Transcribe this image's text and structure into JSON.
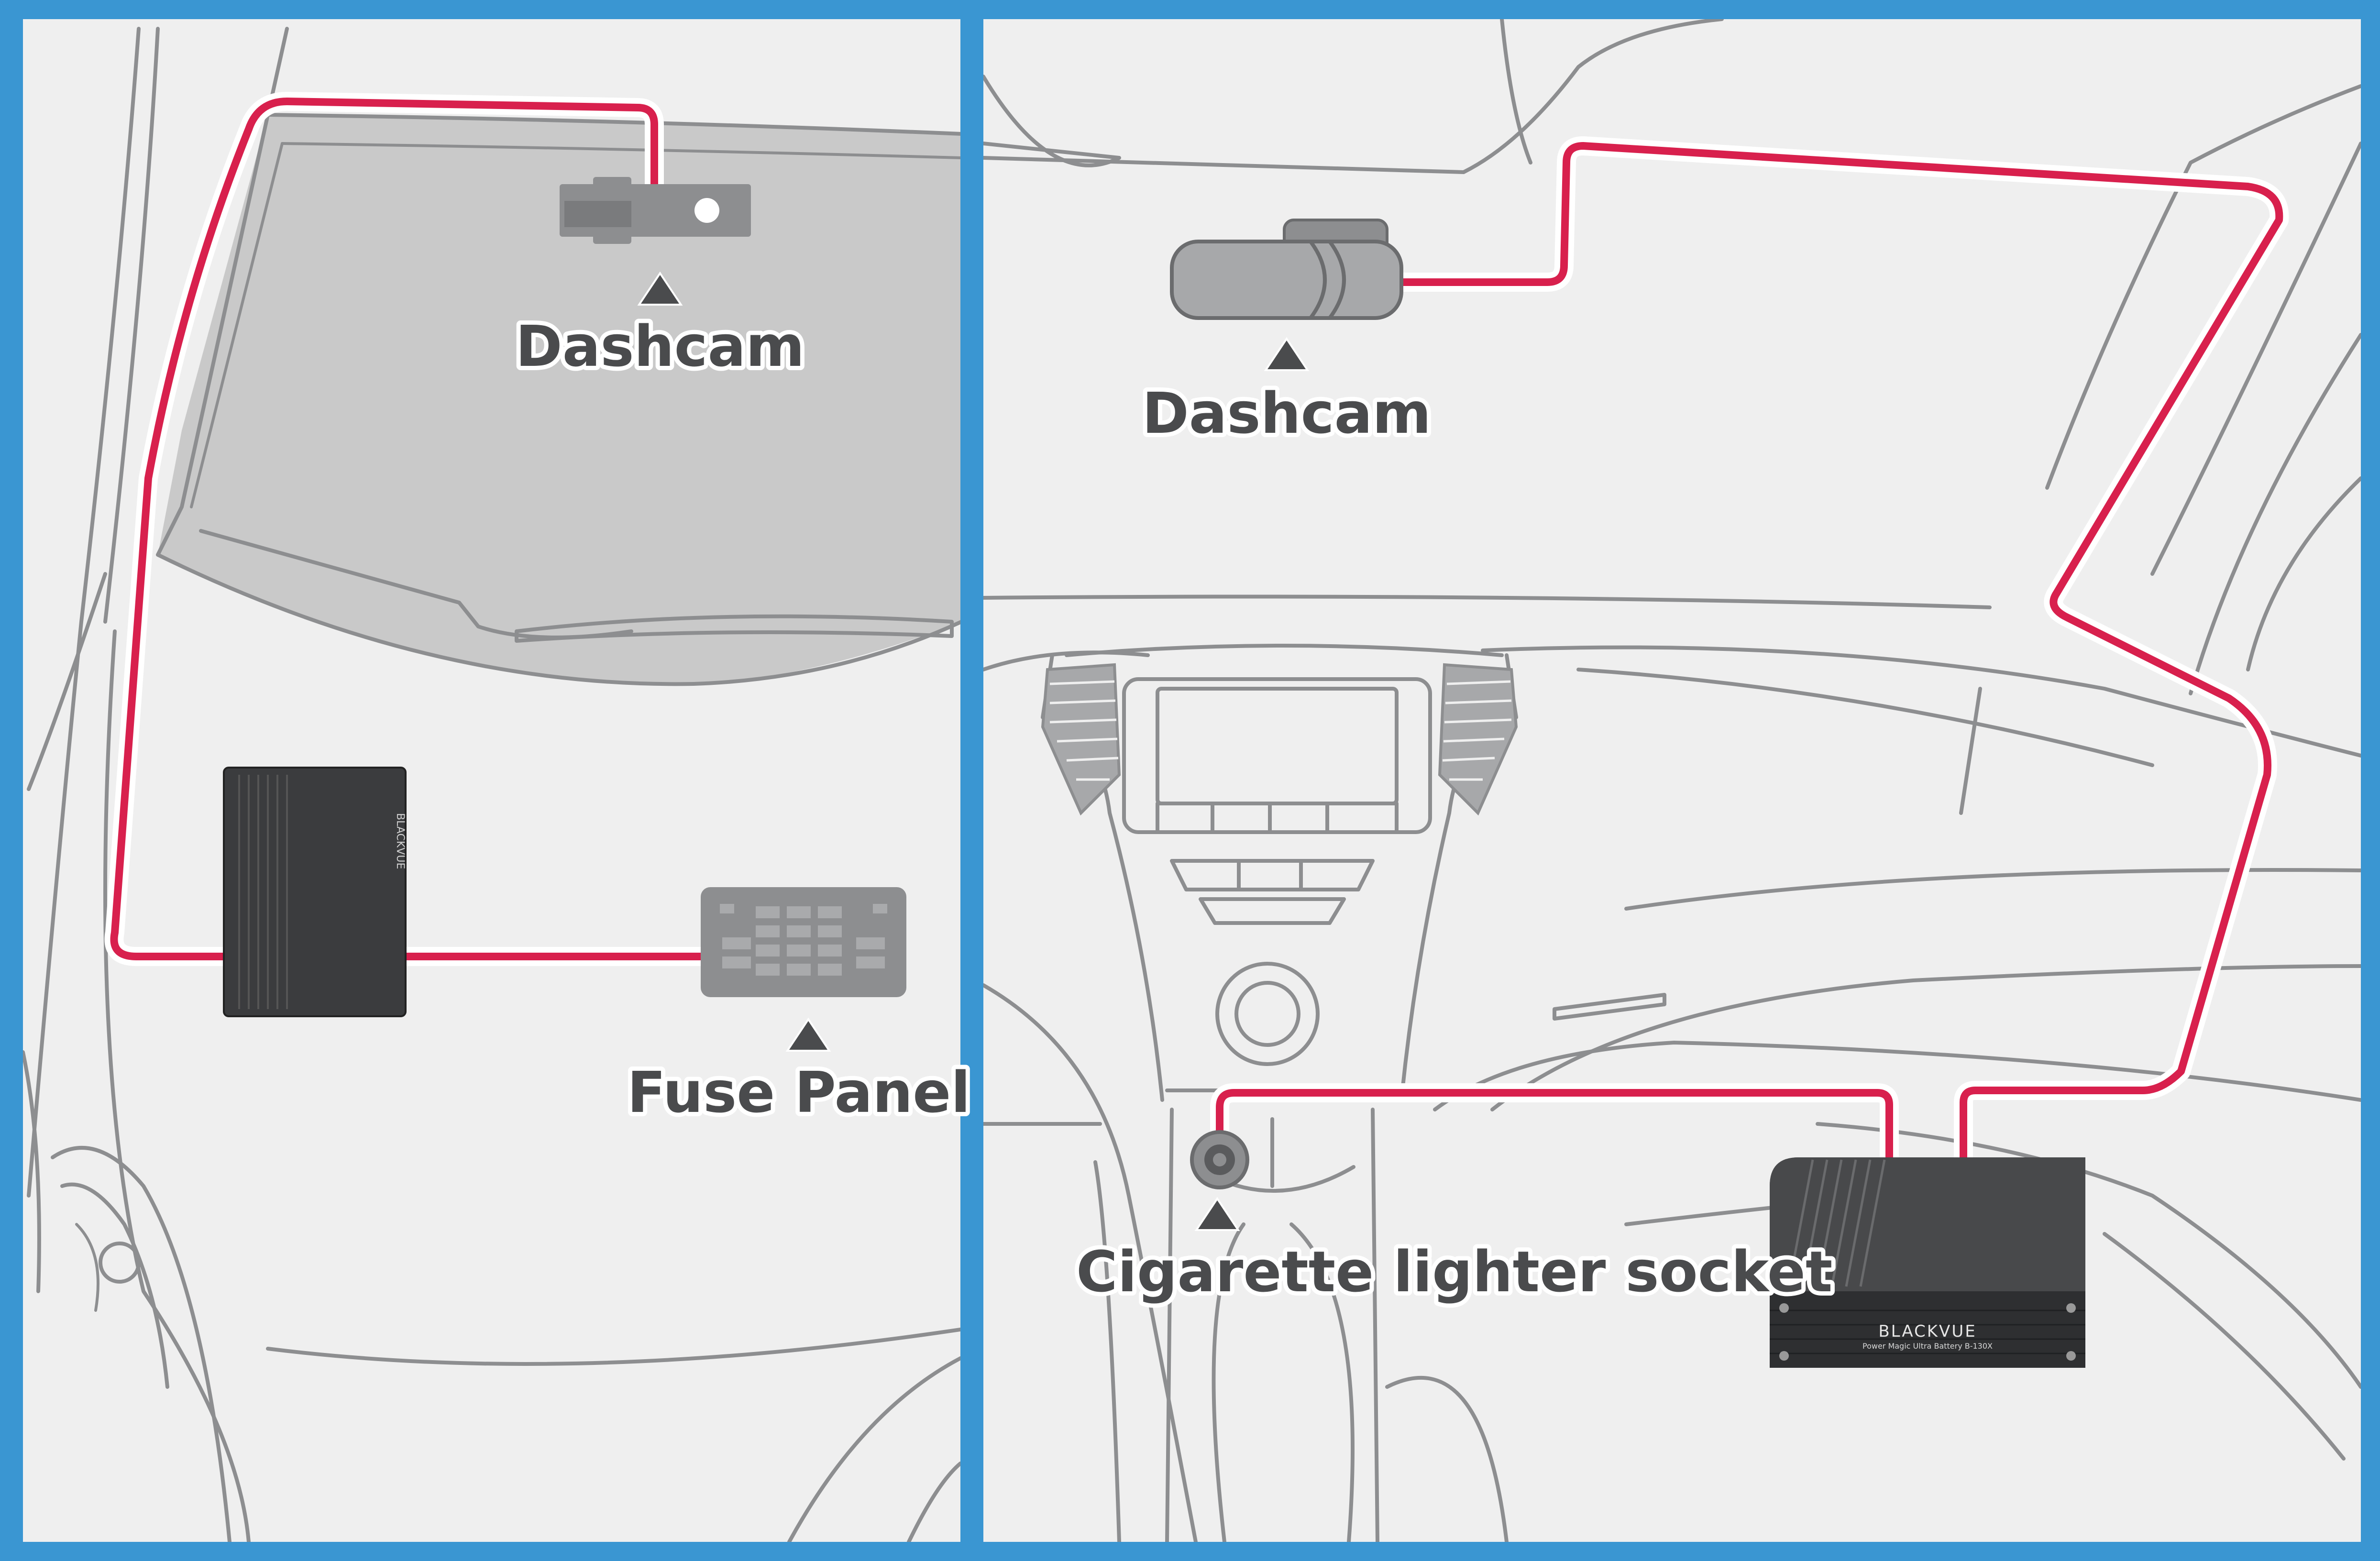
{
  "left_panel": {
    "dashcam_label": "Dashcam",
    "fuse_panel_label": "Fuse Panel",
    "battery_brand": "BLACKVUE"
  },
  "right_panel": {
    "dashcam_label": "Dashcam",
    "socket_label": "Cigarette lighter socket",
    "battery_brand": "BLACKVUE",
    "battery_model": "Power Magic Ultra Battery B-130X"
  },
  "colors": {
    "frame": "#3a96d2",
    "cable": "#d8204d",
    "outline": "#8d8e90",
    "background": "#efefef",
    "label": "#4a4b4d"
  }
}
